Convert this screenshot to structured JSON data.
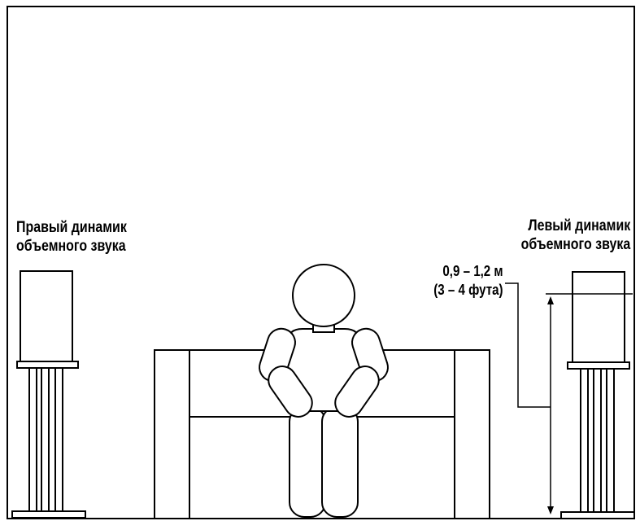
{
  "diagram": {
    "right_speaker": {
      "line1": "Правый динамик",
      "line2": "объемного звука"
    },
    "left_speaker": {
      "line1": "Левый динамик",
      "line2": "объемного звука"
    },
    "height_dimension": {
      "metric": "0,9 – 1,2 м",
      "imperial": "(3 – 4 фута)"
    }
  }
}
